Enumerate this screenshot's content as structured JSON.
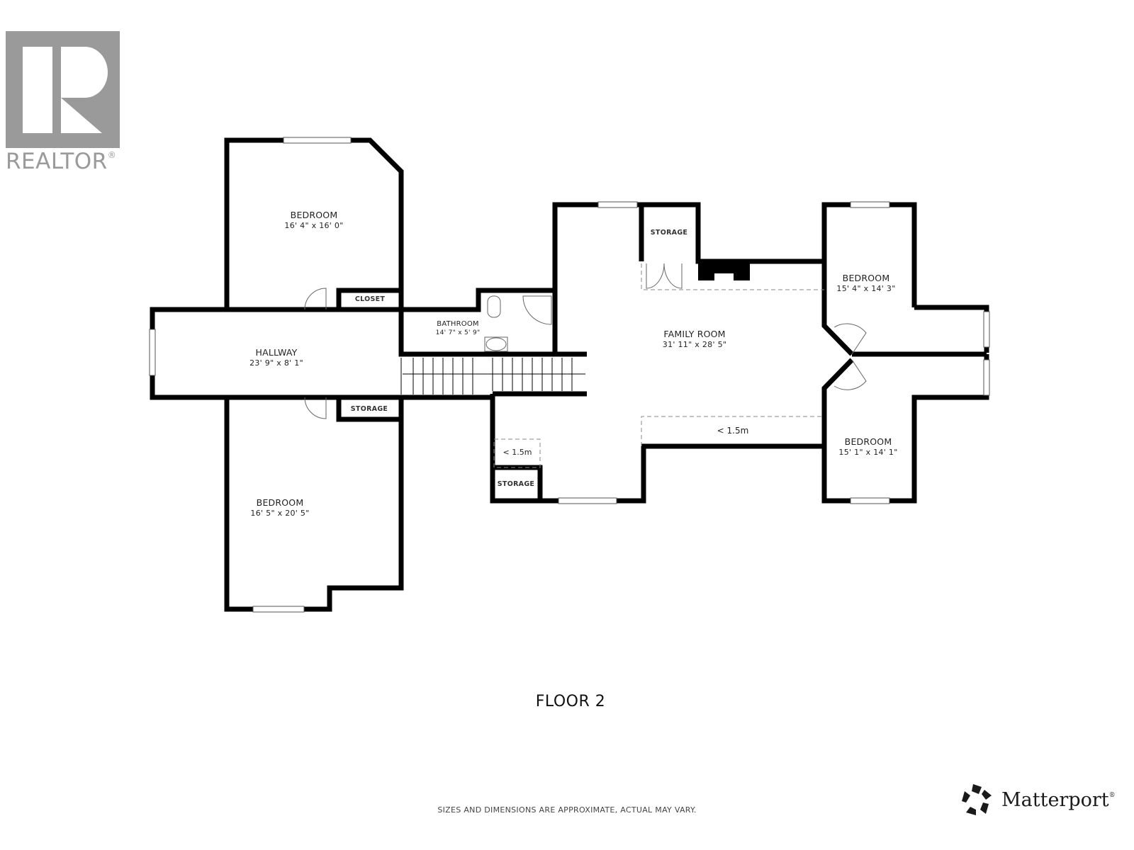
{
  "logo": {
    "brand": "REALTOR",
    "registered_mark": "®",
    "color": "#9a9a9a"
  },
  "floor_plan": {
    "title": "FLOOR 2",
    "rooms": [
      {
        "name": "BEDROOM",
        "dimensions": "16' 4\" x 16' 0\""
      },
      {
        "name": "HALLWAY",
        "dimensions": "23' 9\" x 8' 1\""
      },
      {
        "name": "BEDROOM",
        "dimensions": "16' 5\" x 20' 5\""
      },
      {
        "name": "BATHROOM",
        "dimensions": "14' 7\" x 5' 9\""
      },
      {
        "name": "FAMILY ROOM",
        "dimensions": "31' 11\" x 28' 5\""
      },
      {
        "name": "BEDROOM",
        "dimensions": "15' 4\" x 14' 3\""
      },
      {
        "name": "BEDROOM",
        "dimensions": "15' 1\" x 14' 1\""
      }
    ],
    "small_spaces": [
      {
        "name": "CLOSET"
      },
      {
        "name": "STORAGE"
      },
      {
        "name": "STORAGE"
      },
      {
        "name": "STORAGE"
      }
    ],
    "low_ceiling_labels": [
      "< 1.5m",
      "< 1.5m"
    ]
  },
  "footer": {
    "disclaimer": "SIZES AND DIMENSIONS ARE APPROXIMATE, ACTUAL MAY VARY.",
    "brand": "Matterport",
    "registered_mark": "®"
  }
}
